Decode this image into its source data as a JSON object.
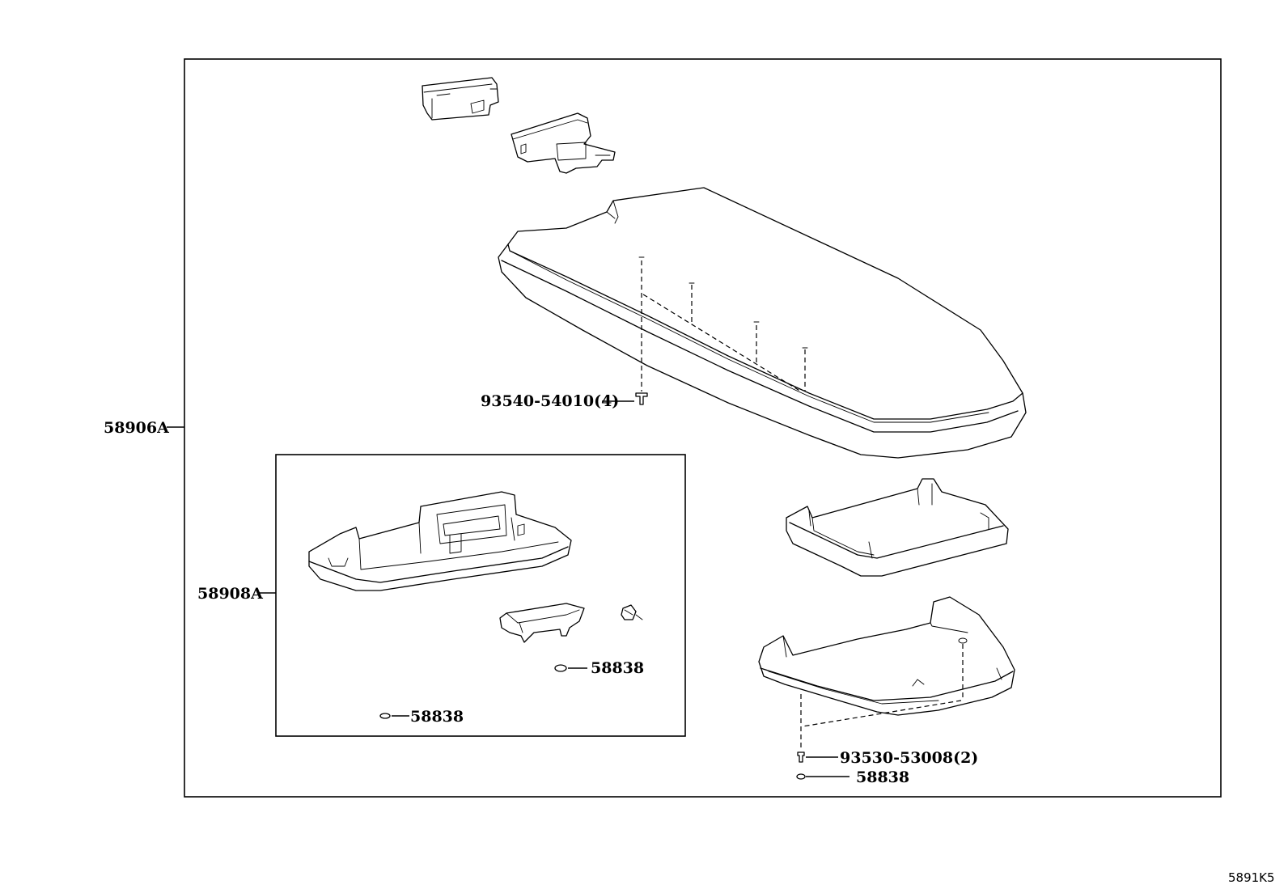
{
  "diagram": {
    "callouts": {
      "armrest_assembly": "58906A",
      "lid_sub_assembly": "58908A",
      "screw_lid": "93540-54010(4)",
      "screw_tray": "93530-53008(2)",
      "clip_1": "58838",
      "clip_2": "58838",
      "clip_3": "58838"
    },
    "drawing_code": "5891K5"
  }
}
